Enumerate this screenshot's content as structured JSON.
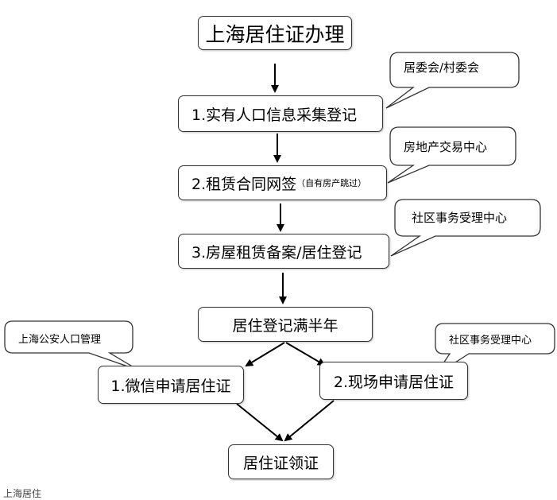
{
  "title": "上海居住证办理",
  "steps": {
    "step1": "1.实有人口信息采集登记",
    "step2": "2.租赁合同网签",
    "step2_note": "（自有房产跳过）",
    "step3": "3.房屋租赁备案/居住登记",
    "step4": "居住登记满半年",
    "wechat": "1.微信申请居住证",
    "onsite": "2.现场申请居住证",
    "final": "居住证领证"
  },
  "callouts": {
    "c1": "居委会/村委会",
    "c2": "房地产交易中心",
    "c3": "社区事务受理中心",
    "c4": "上海公安人口管理",
    "c5": "社区事务受理中心"
  },
  "footer": "上海居住"
}
